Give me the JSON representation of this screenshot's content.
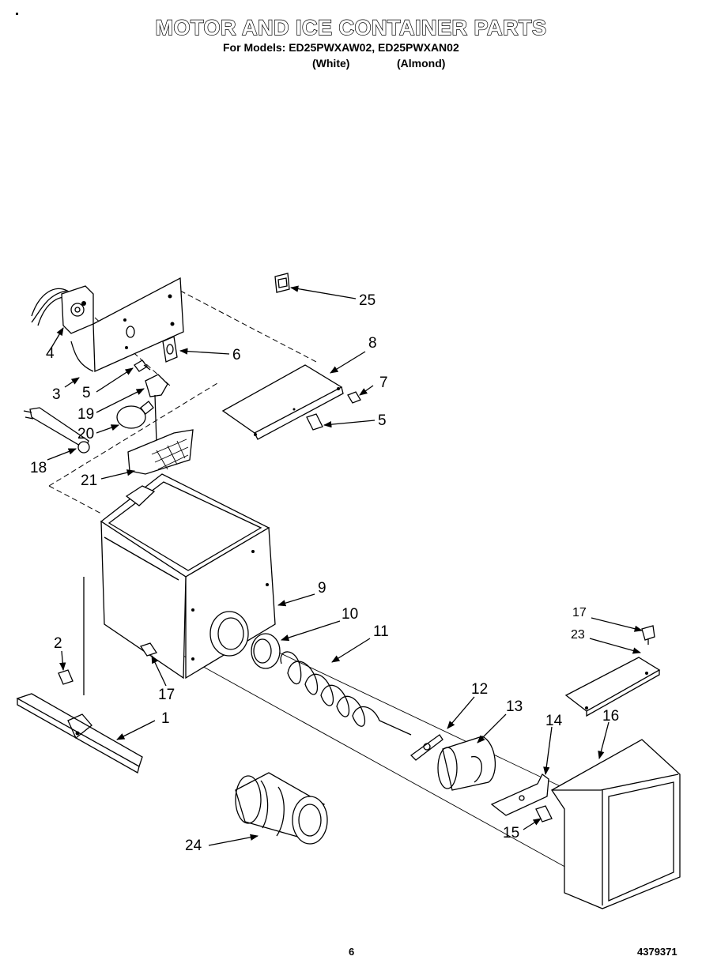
{
  "title": "MOTOR AND ICE CONTAINER PARTS",
  "models_line": "For Models: ED25PWXAW02, ED25PWXAN02",
  "variants": [
    "(White)",
    "(Almond)"
  ],
  "page_number": "6",
  "part_number": "4379371",
  "callouts": [
    "1",
    "2",
    "3",
    "4",
    "5",
    "5",
    "6",
    "7",
    "8",
    "9",
    "10",
    "11",
    "12",
    "13",
    "14",
    "15",
    "16",
    "17",
    "17",
    "18",
    "19",
    "20",
    "21",
    "23",
    "24",
    "25"
  ]
}
